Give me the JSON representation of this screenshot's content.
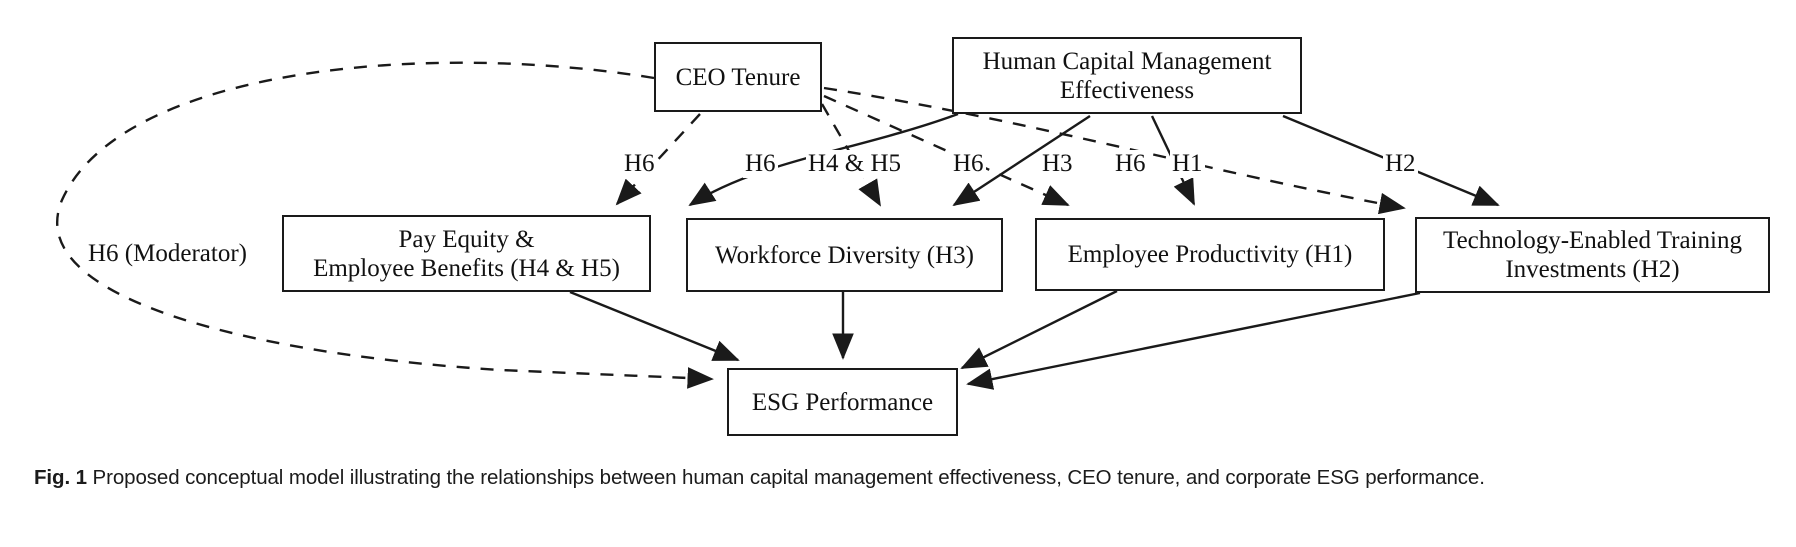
{
  "figure": {
    "label": "Fig. 1",
    "caption": "Proposed conceptual model illustrating the relationships between human capital management effectiveness, CEO tenure, and corporate ESG performance."
  },
  "nodes": {
    "ceo_tenure": {
      "label": "CEO Tenure"
    },
    "hcm": {
      "label": "Human Capital Management\nEffectiveness",
      "line1": "Human Capital Management",
      "line2": "Effectiveness"
    },
    "pay_equity": {
      "label": "Pay Equity &\nEmployee Benefits (H4 & H5)",
      "line1": "Pay Equity &",
      "line2": "Employee Benefits (H4 & H5)"
    },
    "workforce_diversity": {
      "label": "Workforce Diversity (H3)"
    },
    "employee_productivity": {
      "label": "Employee Productivity (H1)"
    },
    "technology_training": {
      "label": "Technology-Enabled Training\nInvestments (H2)",
      "line1": "Technology-Enabled Training",
      "line2": "Investments (H2)"
    },
    "esg_performance": {
      "label": "ESG Performance"
    }
  },
  "edge_labels": {
    "h6_a": "H6",
    "h6_b": "H6",
    "h4_h5": "H4 & H5",
    "h6_c": "H6",
    "h3": "H3",
    "h6_d": "H6",
    "h1": "H1",
    "h2": "H2",
    "h6_moderator": "H6 (Moderator)"
  },
  "style": {
    "stroke": "#1a1a1a",
    "background": "#ffffff",
    "dash_pattern": "13,11"
  },
  "chart_data": {
    "type": "diagram",
    "title": "Proposed conceptual model",
    "nodes": [
      "CEO Tenure",
      "Human Capital Management Effectiveness",
      "Pay Equity & Employee Benefits (H4 & H5)",
      "Workforce Diversity (H3)",
      "Employee Productivity (H1)",
      "Technology-Enabled Training Investments (H2)",
      "ESG Performance"
    ],
    "edges": [
      {
        "from": "Human Capital Management Effectiveness",
        "to": "Pay Equity & Employee Benefits (H4 & H5)",
        "label": "H4 & H5",
        "style": "solid"
      },
      {
        "from": "Human Capital Management Effectiveness",
        "to": "Workforce Diversity (H3)",
        "label": "H3",
        "style": "solid"
      },
      {
        "from": "Human Capital Management Effectiveness",
        "to": "Employee Productivity (H1)",
        "label": "H1",
        "style": "solid"
      },
      {
        "from": "Human Capital Management Effectiveness",
        "to": "Technology-Enabled Training Investments (H2)",
        "label": "H2",
        "style": "solid"
      },
      {
        "from": "CEO Tenure",
        "to": "Pay Equity & Employee Benefits (H4 & H5)",
        "label": "H6",
        "style": "dashed"
      },
      {
        "from": "CEO Tenure",
        "to": "Workforce Diversity (H3)",
        "label": "H6",
        "style": "dashed"
      },
      {
        "from": "CEO Tenure",
        "to": "Employee Productivity (H1)",
        "label": "H6",
        "style": "dashed"
      },
      {
        "from": "CEO Tenure",
        "to": "Technology-Enabled Training Investments (H2)",
        "label": "H6",
        "style": "dashed"
      },
      {
        "from": "CEO Tenure",
        "to": "ESG Performance",
        "label": "H6 (Moderator)",
        "style": "dashed"
      },
      {
        "from": "Pay Equity & Employee Benefits (H4 & H5)",
        "to": "ESG Performance",
        "label": "",
        "style": "solid"
      },
      {
        "from": "Workforce Diversity (H3)",
        "to": "ESG Performance",
        "label": "",
        "style": "solid"
      },
      {
        "from": "Employee Productivity (H1)",
        "to": "ESG Performance",
        "label": "",
        "style": "solid"
      },
      {
        "from": "Technology-Enabled Training Investments (H2)",
        "to": "ESG Performance",
        "label": "",
        "style": "solid"
      }
    ]
  }
}
